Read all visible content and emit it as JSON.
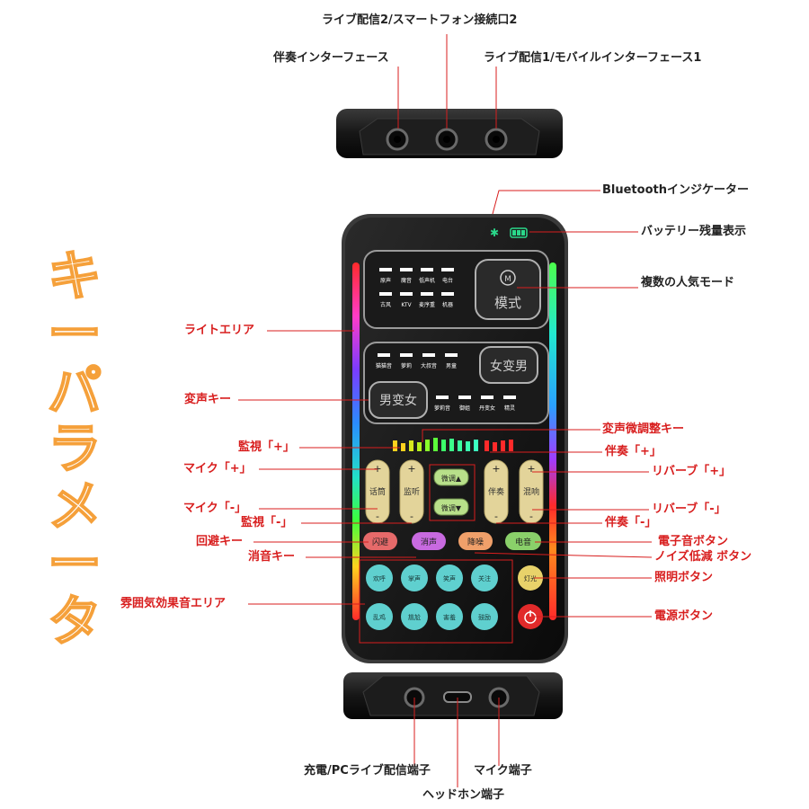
{
  "title_vertical": [
    "キ",
    "ー",
    "パ",
    "ラ",
    "メ",
    "ー",
    "タ"
  ],
  "colors": {
    "label": "#d81e1e",
    "title_outline": "#f5a03a",
    "device": "#111111",
    "button_teal": "#5fd0cf",
    "power": "#e12a2a"
  },
  "labels": {
    "live2": "ライブ配信2/スマートフォン接続口2",
    "accomp_if": "伴奏インターフェース",
    "live1": "ライブ配信1/モバイルインターフェース1",
    "bt": "Bluetoothインジケーター",
    "battery": "バッテリー残量表示",
    "modes": "複数の人気モード",
    "light_area": "ライトエリア",
    "voice_key": "変声キー",
    "voice_fine": "変声微調整キー",
    "monitor_plus": "監視「+」",
    "accomp_plus": "伴奏「+」",
    "mic_plus": "マイク「+」",
    "reverb_plus": "リバーブ「+」",
    "mic_minus": "マイク「-」",
    "reverb_minus": "リバーブ「-」",
    "monitor_minus": "監視「-」",
    "accomp_minus": "伴奏「-」",
    "avoid_key": "回避キー",
    "electro_btn": "電子音ボタン",
    "mute_key": "消音キー",
    "noise_btn": "ノイズ低減 ボタン",
    "light_btn": "照明ボタン",
    "ambience_area": "雰囲気効果音エリア",
    "power_btn": "電源ボタン",
    "charge_port": "充電/PCライブ配信端子",
    "mic_port": "マイク端子",
    "headphone_port": "ヘッドホン端子"
  },
  "device": {
    "mode_button": "模式",
    "mode_letter": "M",
    "female_to_male": "女变男",
    "male_to_female": "男变女",
    "mode_small": [
      "原声",
      "魔音",
      "低声机",
      "电台",
      "古风",
      "KTV",
      "麦序重",
      "机器"
    ],
    "voice_small_top": [
      "猫猫音",
      "萝莉",
      "大叔音",
      "男童"
    ],
    "voice_small_bottom": [
      "萝莉音",
      "御姐",
      "丹变女",
      "精灵"
    ],
    "mic_knob": "话筒",
    "monitor_knob": "监听",
    "accomp_knob": "伴奏",
    "reverb_knob": "混响",
    "voice_up": "微调▲",
    "voice_down": "微调▼",
    "func_row": [
      "闪避",
      "消声",
      "降噪",
      "电音"
    ],
    "fx_row1": [
      "欢呼",
      "掌声",
      "笑声",
      "关注"
    ],
    "fx_row2": [
      "乱鸡",
      "尴尬",
      "害羞",
      "鼓励"
    ],
    "light_label": "灯光"
  }
}
